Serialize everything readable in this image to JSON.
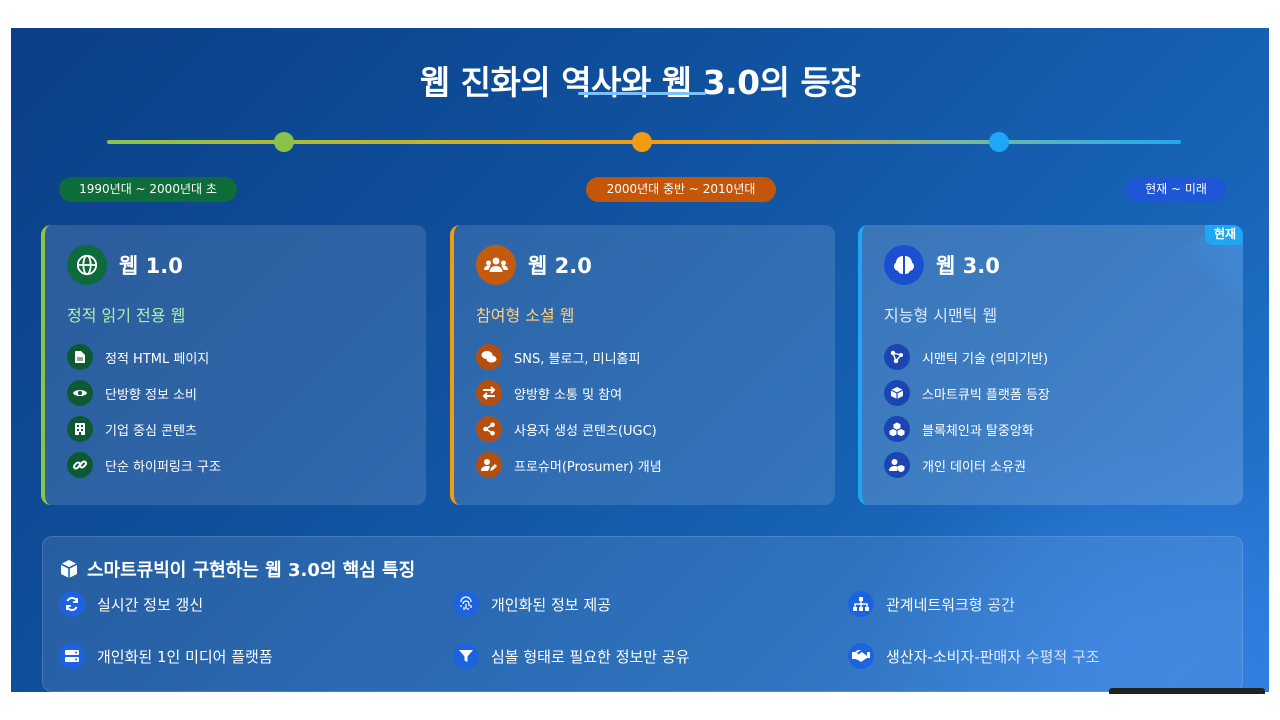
{
  "title": "웹 진화의 역사와 웹 3.0의 등장",
  "eras": [
    "1990년대 ~ 2000년대 초",
    "2000년대 중반 ~ 2010년대",
    "현재 ~ 미래"
  ],
  "cards": [
    {
      "title": "웹 1.0",
      "subtitle": "정적 읽기 전용 웹",
      "icon": "globe-icon",
      "items": [
        {
          "label": "정적 HTML 페이지",
          "icon": "file-icon"
        },
        {
          "label": "단방향 정보 소비",
          "icon": "eye-icon"
        },
        {
          "label": "기업 중심 콘텐츠",
          "icon": "building-icon"
        },
        {
          "label": "단순 하이퍼링크 구조",
          "icon": "link-icon"
        }
      ]
    },
    {
      "title": "웹 2.0",
      "subtitle": "참여형 소셜 웹",
      "icon": "users-icon",
      "items": [
        {
          "label": "SNS, 블로그, 미니홈피",
          "icon": "comments-icon"
        },
        {
          "label": "양방향 소통 및 참여",
          "icon": "exchange-icon"
        },
        {
          "label": "사용자 생성 콘텐츠(UGC)",
          "icon": "share-icon"
        },
        {
          "label": "프로슈머(Prosumer) 개념",
          "icon": "user-edit-icon"
        }
      ]
    },
    {
      "title": "웹 3.0",
      "subtitle": "지능형 시맨틱 웹",
      "icon": "brain-icon",
      "badge": "현재",
      "items": [
        {
          "label": "시맨틱 기술 (의미기반)",
          "icon": "network-icon"
        },
        {
          "label": "스마트큐빅 플랫폼 등장",
          "icon": "cube-icon"
        },
        {
          "label": "블록체인과 탈중앙화",
          "icon": "cubes-icon"
        },
        {
          "label": "개인 데이터 소유권",
          "icon": "user-shield-icon"
        }
      ]
    }
  ],
  "features": {
    "title": "스마트큐빅이 구현하는 웹 3.0의 핵심 특징",
    "items": [
      {
        "label": "실시간 정보 갱신",
        "icon": "sync-icon"
      },
      {
        "label": "개인화된 정보 제공",
        "icon": "fingerprint-icon"
      },
      {
        "label": "관계네트워크형 공간",
        "icon": "sitemap-icon"
      },
      {
        "label": "개인화된 1인 미디어 플랫폼",
        "icon": "server-icon"
      },
      {
        "label": "심볼 형태로 필요한 정보만 공유",
        "icon": "filter-icon"
      },
      {
        "label": "생산자-소비자-판매자 수평적 구조",
        "icon": "handshake-icon"
      }
    ]
  },
  "colors": {
    "web1": "#8bc34a",
    "web2": "#f39c12",
    "web3": "#1ea7f4"
  }
}
